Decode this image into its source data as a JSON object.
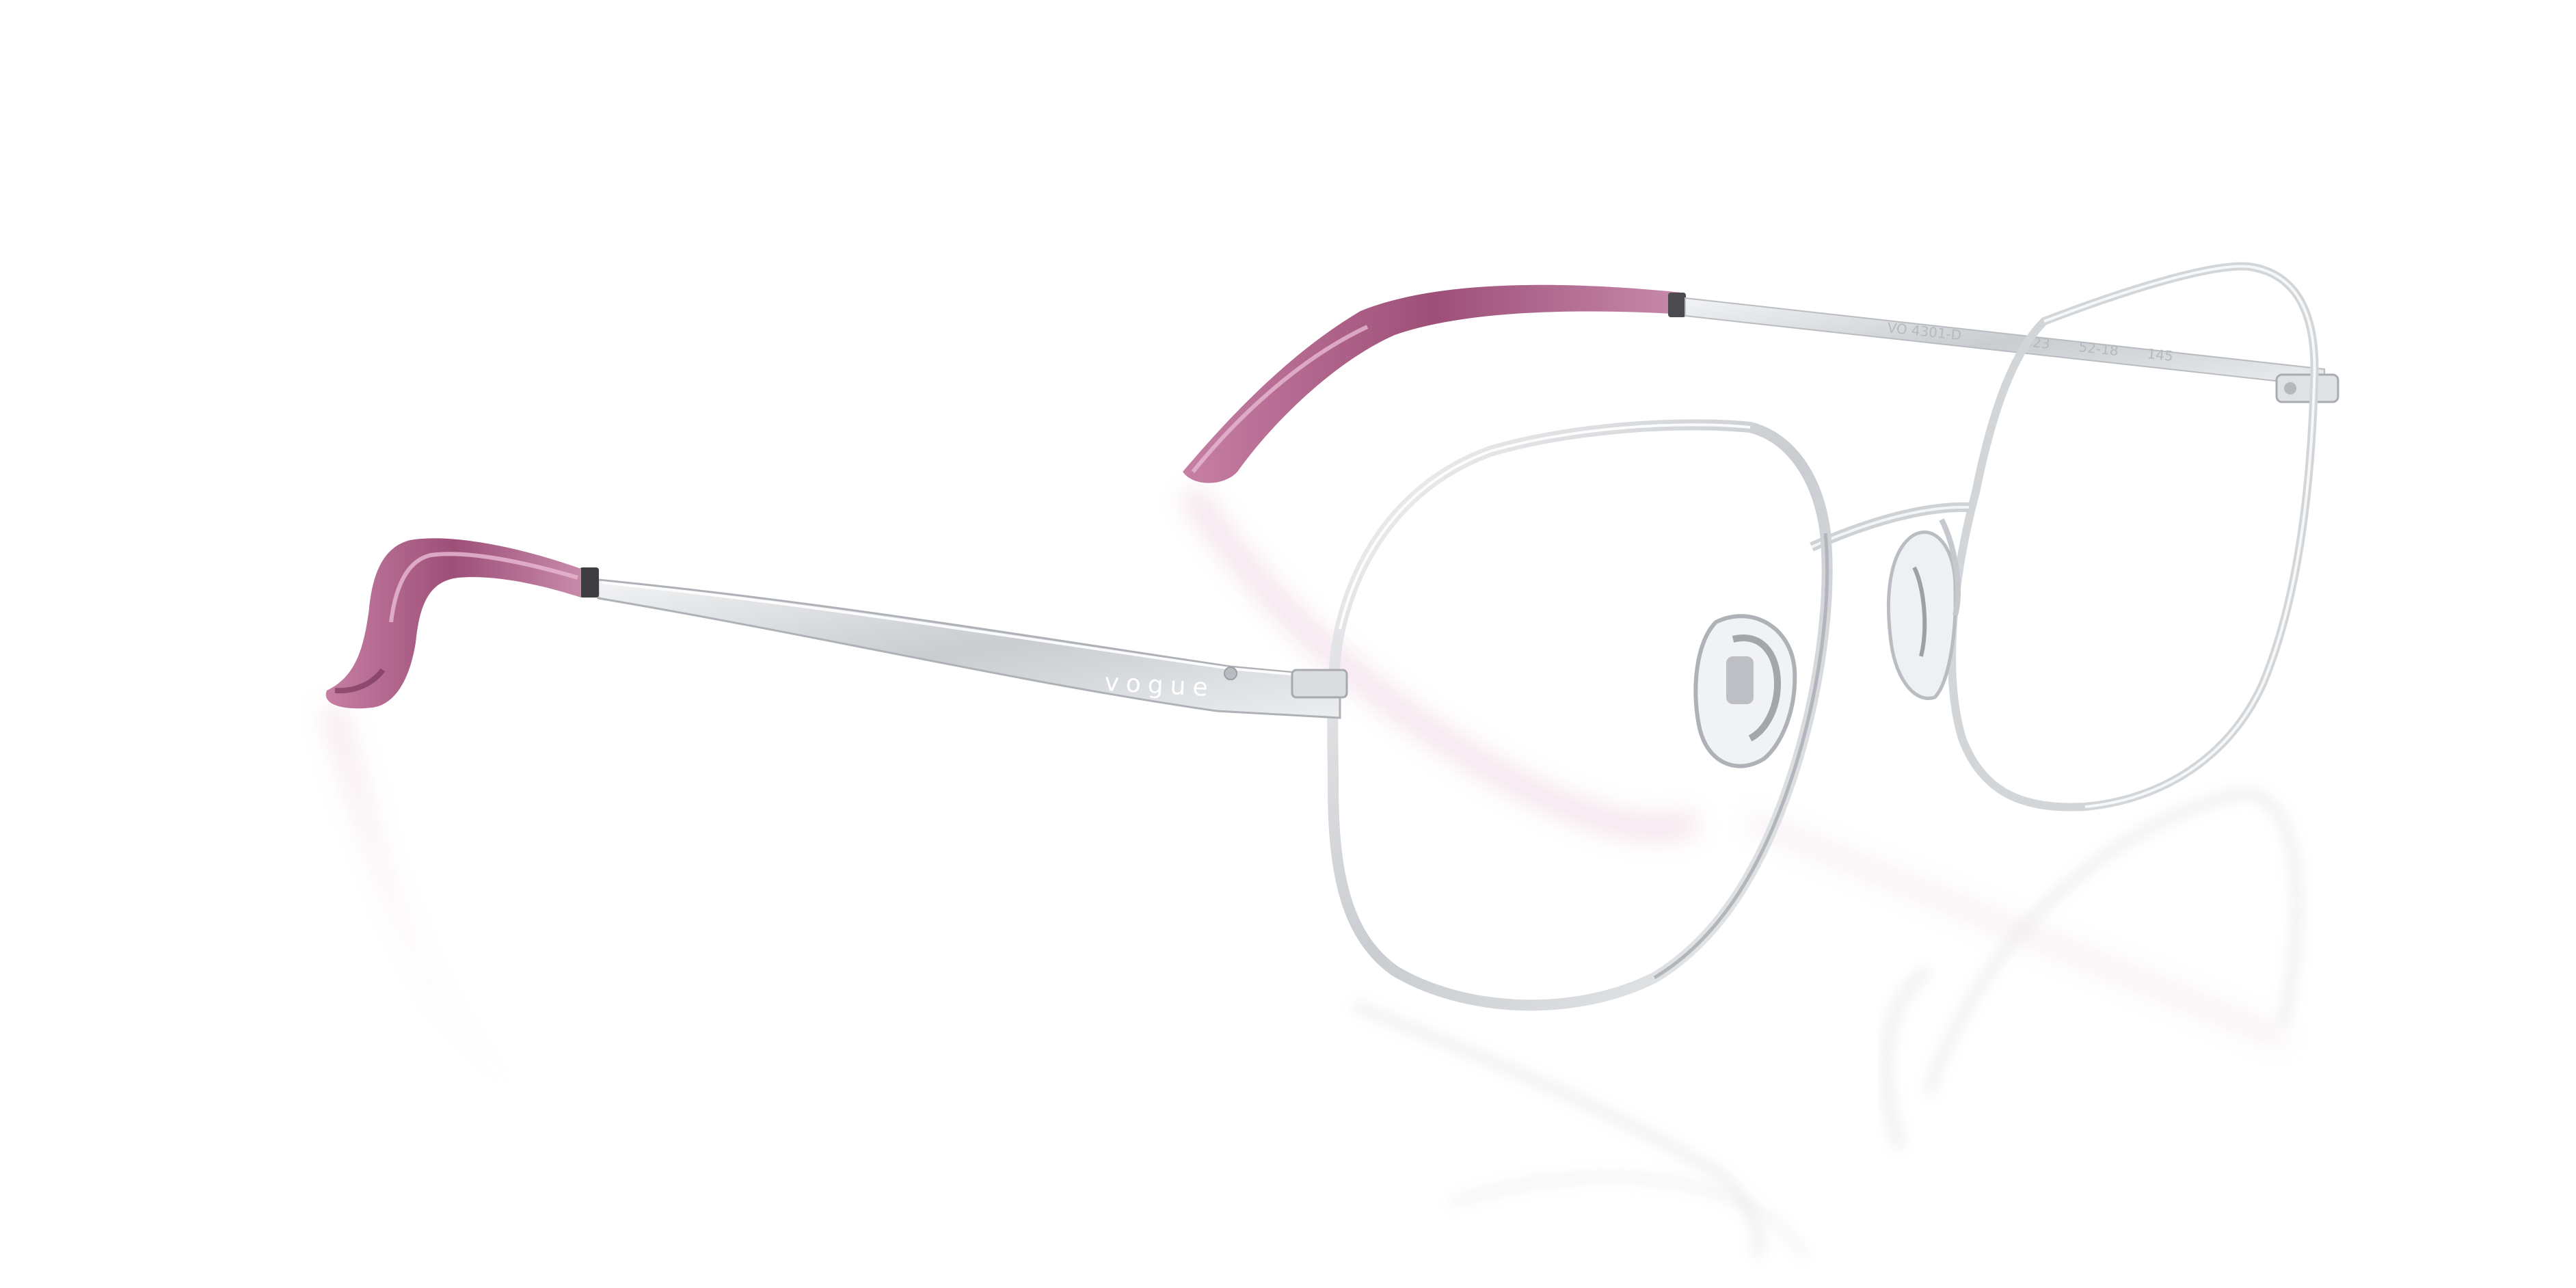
{
  "product": {
    "brand_engraving": "vogue",
    "temple_engraving": {
      "model": "VO 4301-D",
      "color_code": "323",
      "size": "52-18",
      "temple_length": "145"
    }
  },
  "colors": {
    "background": "#ffffff",
    "frame_metal": "#d6d8db",
    "frame_highlight": "#f4f5f6",
    "frame_shadow": "#9ea2a7",
    "temple_tip": "#b4668f",
    "temple_tip_dark": "#7a3a5c",
    "nose_pad": "#c9cdd1"
  }
}
